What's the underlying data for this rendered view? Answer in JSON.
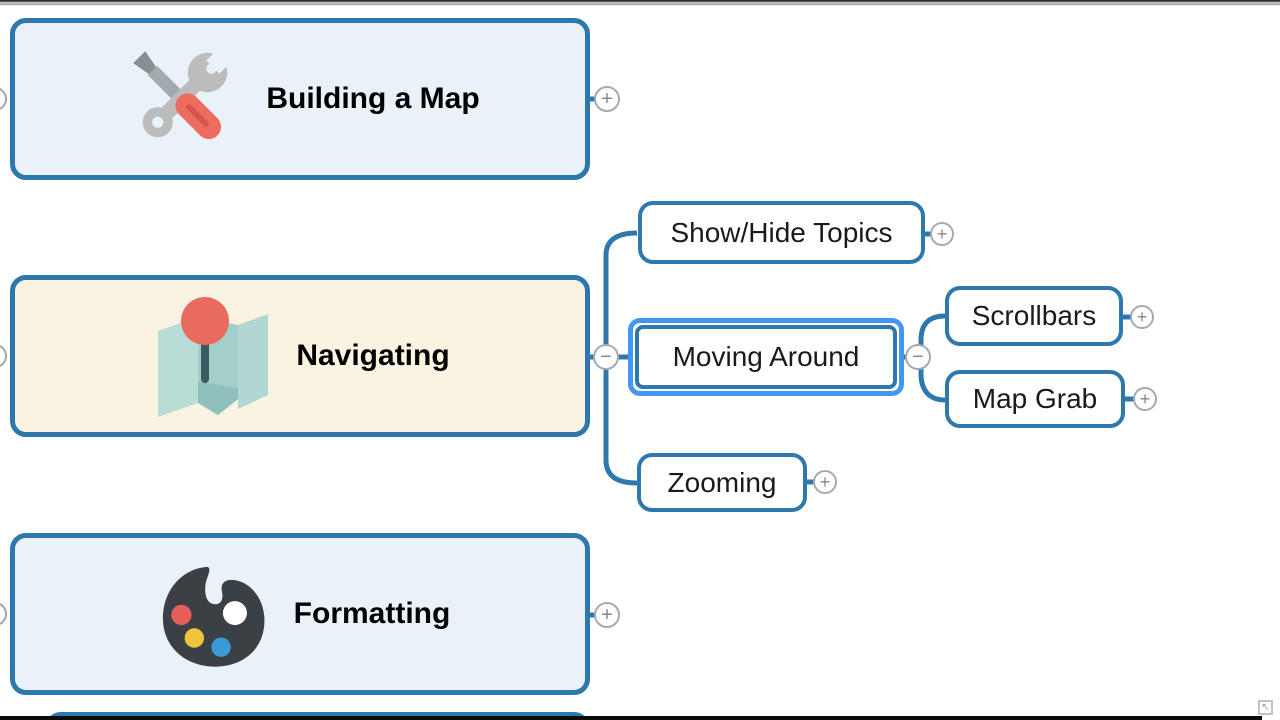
{
  "mindmap": {
    "main_topics": [
      {
        "id": "building",
        "label": "Building a Map",
        "icon": "tools-icon",
        "toggle": "+"
      },
      {
        "id": "navigating",
        "label": "Navigating",
        "icon": "map-location-icon",
        "toggle": "−"
      },
      {
        "id": "formatting",
        "label": "Formatting",
        "icon": "palette-icon",
        "toggle": "+"
      }
    ],
    "subtopics": [
      {
        "id": "show_hide",
        "label": "Show/Hide Topics",
        "toggle": "+"
      },
      {
        "id": "moving",
        "label": "Moving Around",
        "toggle": "−",
        "selected": true
      },
      {
        "id": "scrollbars",
        "label": "Scrollbars",
        "toggle": "+"
      },
      {
        "id": "map_grab",
        "label": "Map Grab",
        "toggle": "+"
      },
      {
        "id": "zooming",
        "label": "Zooming",
        "toggle": "+"
      }
    ],
    "colors": {
      "node_border": "#2e78ae",
      "selection_border": "#4397f2",
      "main_fill_blue": "#e9f1f9",
      "main_fill_cream": "#faf3e1",
      "subtopic_fill": "#ffffff",
      "connector": "#2e78ae"
    }
  },
  "window": {
    "restore_icon_glyph": "↖"
  }
}
